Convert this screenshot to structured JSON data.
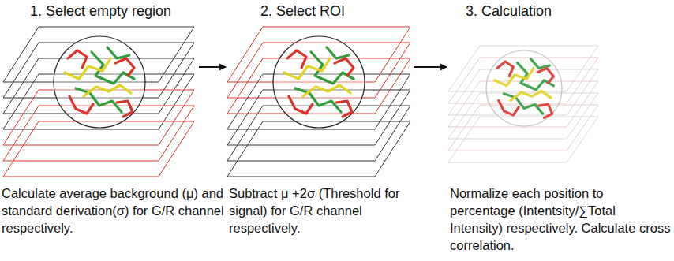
{
  "diagram": {
    "nodes": [
      {
        "text": [
          "1. Select empty region",
          "Calculate average background (μ) and standard derivation(σ) for G/R channel respectively."
        ]
      },
      {
        "text": [
          "2. Select ROI",
          "Subtract μ +2σ (Threshold for signal) for G/R channel respectively."
        ]
      },
      {
        "text": [
          "3. Calculation",
          "Normalize each position to percentage (Intentsity/∑Total Intensity) respectively. Calculate cross correlation."
        ]
      }
    ],
    "edges": [
      {
        "from": 0,
        "to": 1,
        "arrow": "to"
      },
      {
        "from": 1,
        "to": 2,
        "arrow": "to"
      }
    ]
  }
}
